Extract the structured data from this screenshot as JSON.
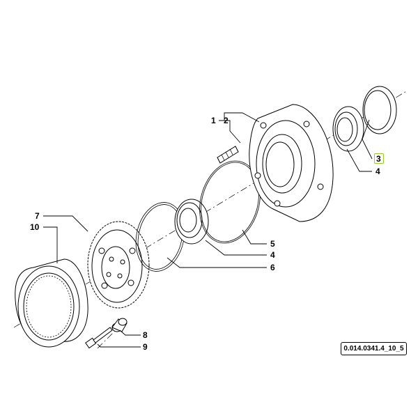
{
  "diagram": {
    "callouts": {
      "c1": "1",
      "c2": "2",
      "c3": "3",
      "c4a": "4",
      "c4b": "4",
      "c5": "5",
      "c6": "6",
      "c7": "7",
      "c8": "8",
      "c9": "9",
      "c10": "10"
    },
    "reference_code": "0.014.0341.4_10_5",
    "highlight_color": "#8ed21e"
  }
}
